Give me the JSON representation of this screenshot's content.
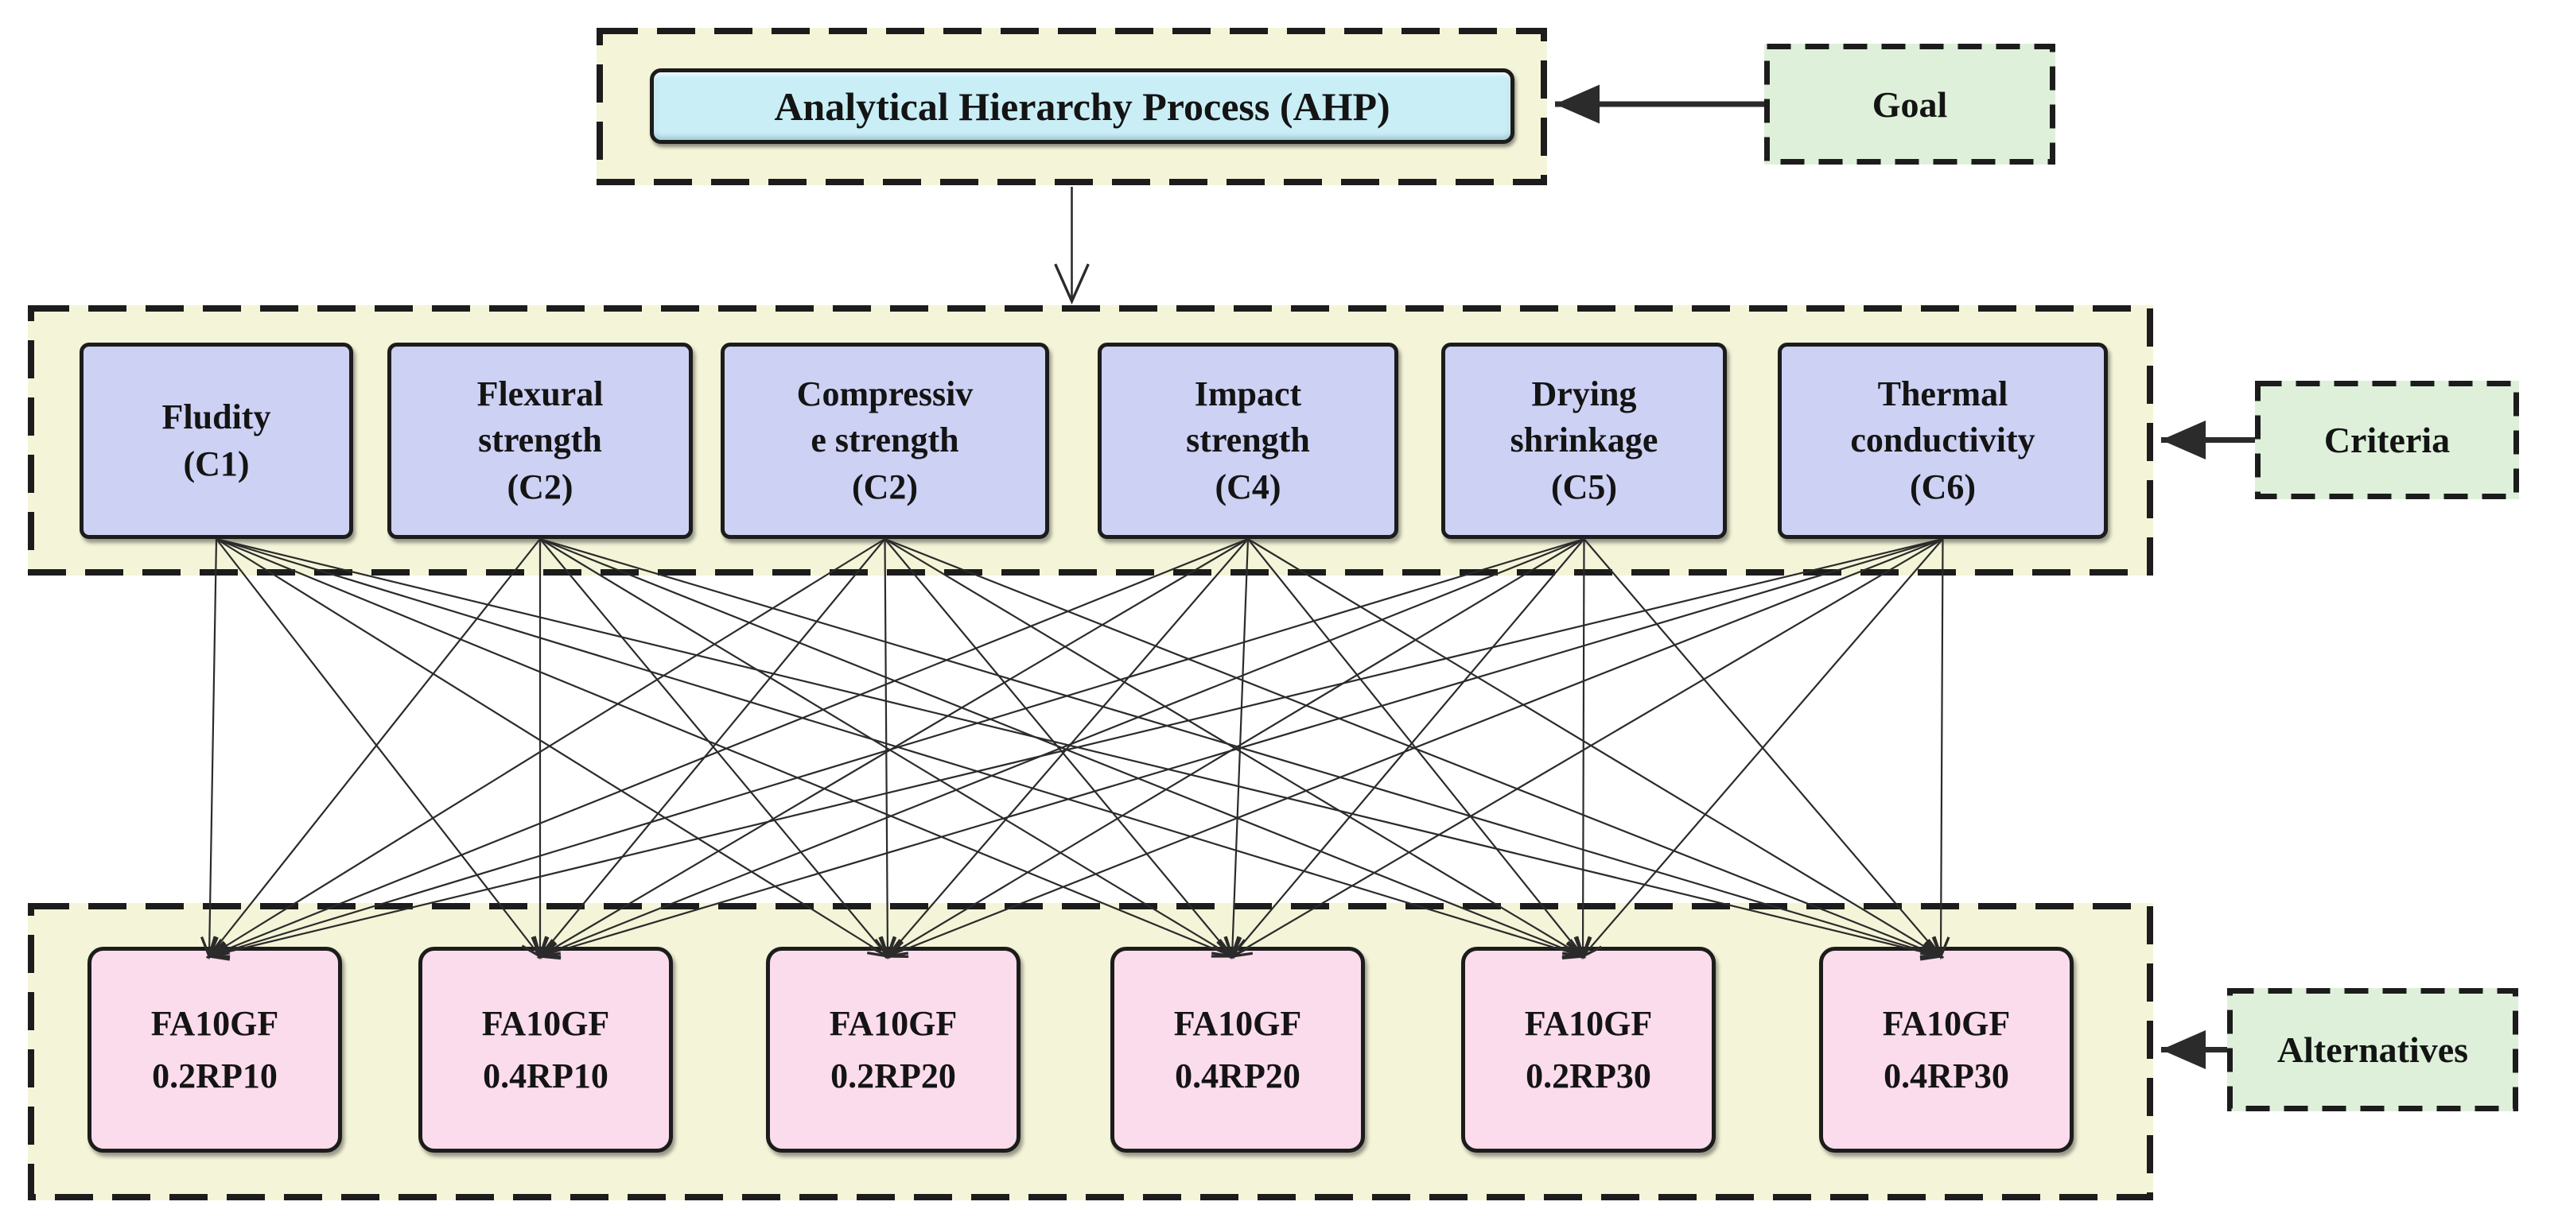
{
  "diagram": {
    "goal": {
      "node_label": "Analytical Hierarchy Process (AHP)",
      "side_label": "Goal"
    },
    "criteria": {
      "side_label": "Criteria",
      "items": [
        {
          "label": "Fludity\n(C1)"
        },
        {
          "label": "Flexural\nstrength\n(C2)"
        },
        {
          "label": "Compressiv\ne strength\n(C2)"
        },
        {
          "label": "Impact\nstrength\n(C4)"
        },
        {
          "label": "Drying\nshrinkage\n(C5)"
        },
        {
          "label": "Thermal\nconductivity\n(C6)"
        }
      ]
    },
    "alternatives": {
      "side_label": "Alternatives",
      "items": [
        {
          "label": "FA10GF\n0.2RP10"
        },
        {
          "label": "FA10GF\n0.4RP10"
        },
        {
          "label": "FA10GF\n0.2RP20"
        },
        {
          "label": "FA10GF\n0.4RP20"
        },
        {
          "label": "FA10GF\n0.2RP30"
        },
        {
          "label": "FA10GF\n0.4RP30"
        }
      ]
    },
    "connections": {
      "goal_to_criteria": true,
      "criteria_to_alternatives": "complete-bipartite"
    },
    "colors": {
      "panel_bg": "#f4f4d8",
      "goal_node_bg": "#c9eef6",
      "criteria_node_bg": "#cdd1f3",
      "alternative_node_bg": "#fbdcec",
      "label_bg": "#def0da",
      "border": "#1c1c1c",
      "connector": "#2b2b2b",
      "text": "#141414"
    }
  }
}
